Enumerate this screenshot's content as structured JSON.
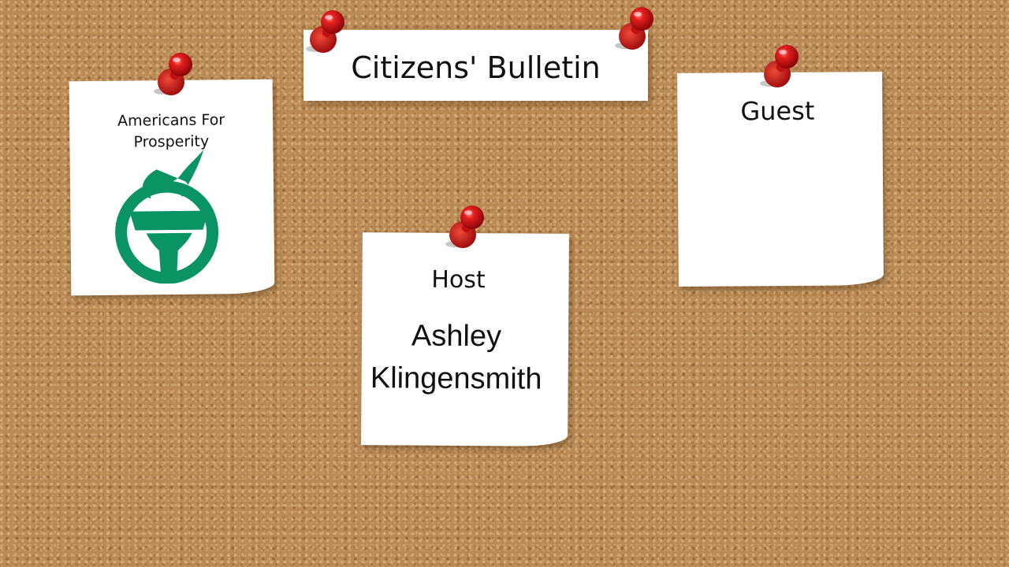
{
  "title_card": {
    "text": "Citizens' Bulletin"
  },
  "organization_note": {
    "label_lines": [
      "Americans For",
      "Prosperity"
    ],
    "logo": {
      "icon": "torch-logo-icon",
      "color": "#0a9464"
    }
  },
  "host_note": {
    "label": "Host",
    "name_lines": [
      "Ashley",
      "Klingensmith"
    ]
  },
  "guest_note": {
    "label": "Guest"
  },
  "colors": {
    "cork": "#b98a55",
    "paper": "#ffffff",
    "pin": "#d41414",
    "logo_green": "#0a9464"
  }
}
